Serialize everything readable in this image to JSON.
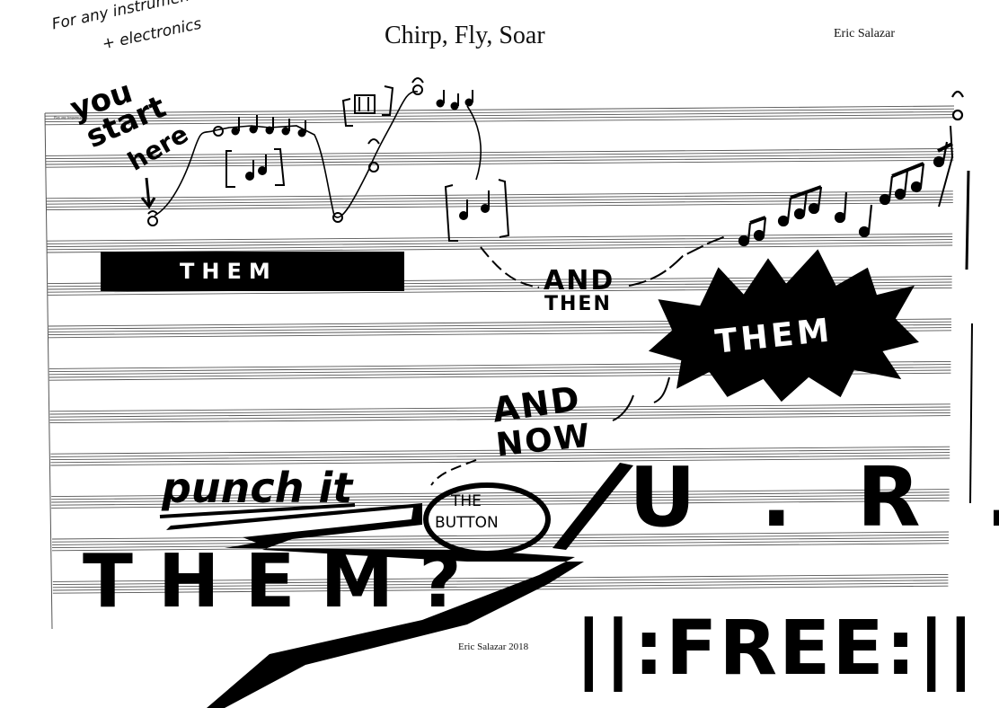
{
  "header": {
    "title": "Chirp, Fly, Soar",
    "composer": "Eric Salazar",
    "instrumentation_line1": "For any instrument",
    "instrumentation_line2": "+ electronics",
    "tiny_staff_note": "Play any frequency"
  },
  "graphic_text": {
    "you": "you",
    "start": "start",
    "here": "here",
    "them_bar": "THEM",
    "and_then_1": "AND",
    "and_then_2": "THEN",
    "them_burst": "THEM",
    "and_now_1": "AND",
    "and_now_2": "NOW",
    "punch_it": "punch it",
    "the_button_1": "THE",
    "the_button_2": "BUTTON",
    "ur": "U . R .",
    "them_question": "THEM?",
    "free": "||:FREE:||"
  },
  "footer": {
    "copyright": "Eric Salazar 2018"
  },
  "colors": {
    "ink": "#000000",
    "paper": "#ffffff",
    "staff": "#555555"
  }
}
